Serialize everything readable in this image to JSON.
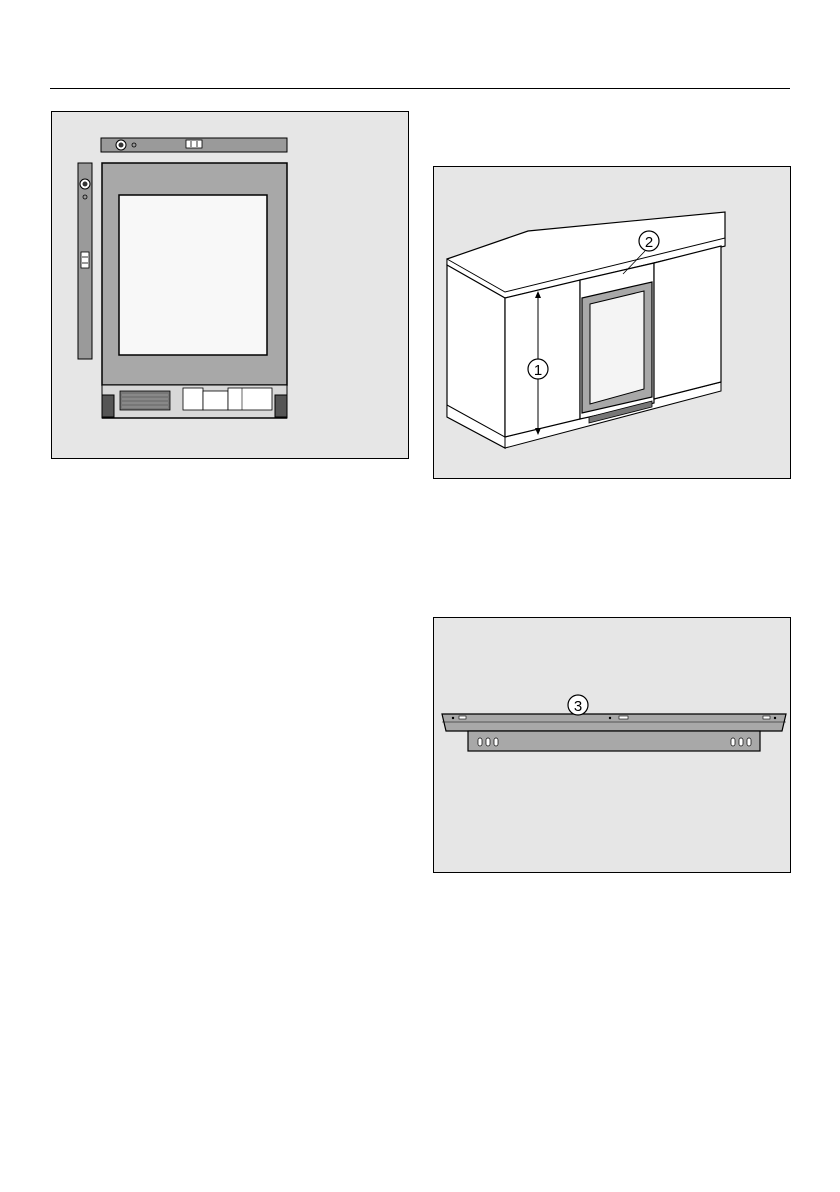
{
  "figures": {
    "level_check": {
      "icon": "spirit-level-on-appliance-illustration"
    },
    "cabinet_niche": {
      "icon": "appliance-installed-in-cabinet-illustration",
      "callouts": [
        "1",
        "2"
      ]
    },
    "mounting_rail": {
      "icon": "mounting-rail-illustration",
      "callouts": [
        "3"
      ]
    }
  },
  "colors": {
    "figure_bg": "#e6e6e6",
    "stroke": "#000000",
    "metal": "#a8a8a8"
  }
}
